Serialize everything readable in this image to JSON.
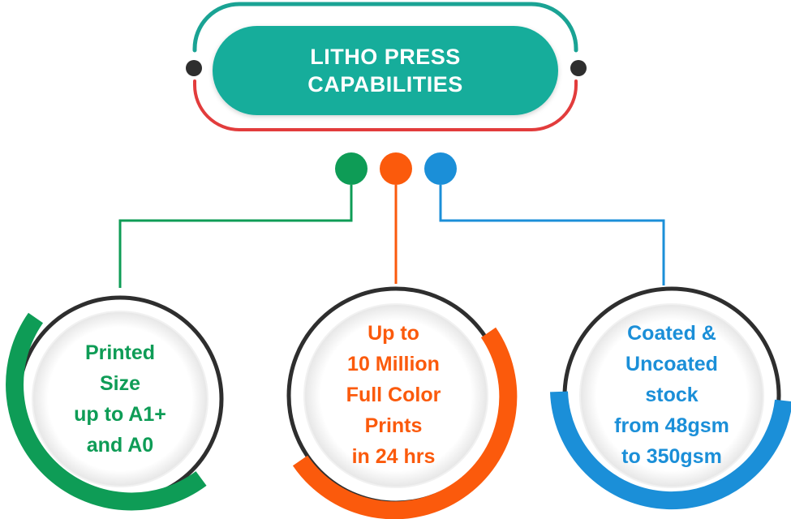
{
  "title": {
    "lines": [
      "LITHO PRESS",
      "CAPABILITIES"
    ]
  },
  "colors": {
    "teal": "#13ad9b",
    "teal_arc": "#1aa394",
    "red_arc": "#e23c3c",
    "dark": "#2e2e2e",
    "green": "#0e9c56",
    "orange": "#fb5a0c",
    "blue": "#1b8fd8",
    "ring_inner": "#f1f1f1"
  },
  "capabilities": [
    {
      "color": "green",
      "lines": [
        "Printed",
        "Size",
        "up to A1+",
        "and A0"
      ]
    },
    {
      "color": "orange",
      "lines": [
        "Up to",
        "10 Million",
        "Full Color",
        "Prints",
        "in 24 hrs"
      ]
    },
    {
      "color": "blue",
      "lines": [
        "Coated &",
        "Uncoated",
        "stock",
        "from 48gsm",
        "to 350gsm"
      ]
    }
  ]
}
